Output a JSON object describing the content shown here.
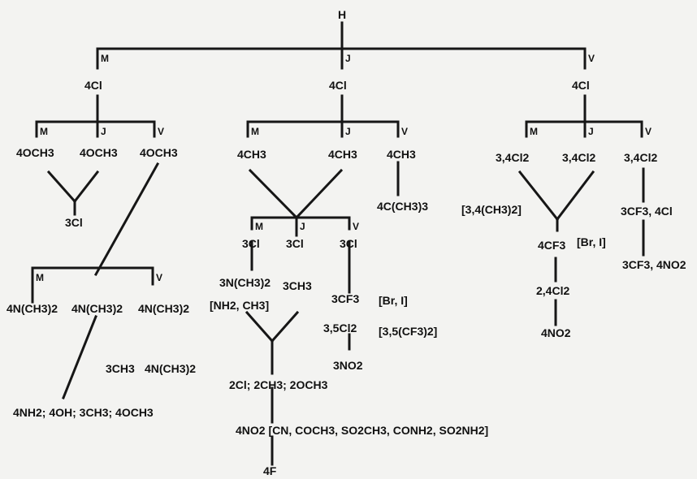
{
  "root": {
    "label": "H"
  },
  "branch_letters": {
    "m": "M",
    "j": "J",
    "v": "V"
  },
  "level1": {
    "m": "4Cl",
    "j": "4Cl",
    "v": "4Cl"
  },
  "left_group": {
    "row1": [
      "4OCH3",
      "4OCH3",
      "4OCH3"
    ],
    "converge": "3Cl",
    "row2": [
      "4N(CH3)2",
      "4N(CH3)2",
      "4N(CH3)2"
    ],
    "side": "3CH3",
    "side2": "4N(CH3)2",
    "bottom": "4NH2; 4OH; 3CH3; 4OCH3"
  },
  "middle_group": {
    "row1": [
      "4CH3",
      "4CH3",
      "4CH3"
    ],
    "side_a": "4C(CH3)3",
    "side_b": "[3,4(CH3)2]",
    "row2": [
      "3Cl",
      "3Cl",
      "3Cl"
    ],
    "row3_left": "3N(CH3)2",
    "row3_mid": "3CH3",
    "row3_right": "3CF3",
    "bracket_left": "[NH2, CH3]",
    "bracket_right": "[Br, I]",
    "cl2": "3,5Cl2",
    "bracket_cf3": "[3,5(CF3)2]",
    "no2": "3NO2",
    "converge": "2Cl; 2CH3; 2OCH3",
    "bottom": "4NO2 [CN, COCH3, SO2CH3, CONH2, SO2NH2]",
    "last": "4F"
  },
  "right_group": {
    "row1": [
      "3,4Cl2",
      "3,4Cl2",
      "3,4Cl2"
    ],
    "v_chain": "3CF3, 4Cl",
    "v_chain2": "3CF3, 4NO2",
    "converge": "4CF3",
    "bracket": "[Br, I]",
    "cl2": "2,4Cl2",
    "no2": "4NO2"
  }
}
